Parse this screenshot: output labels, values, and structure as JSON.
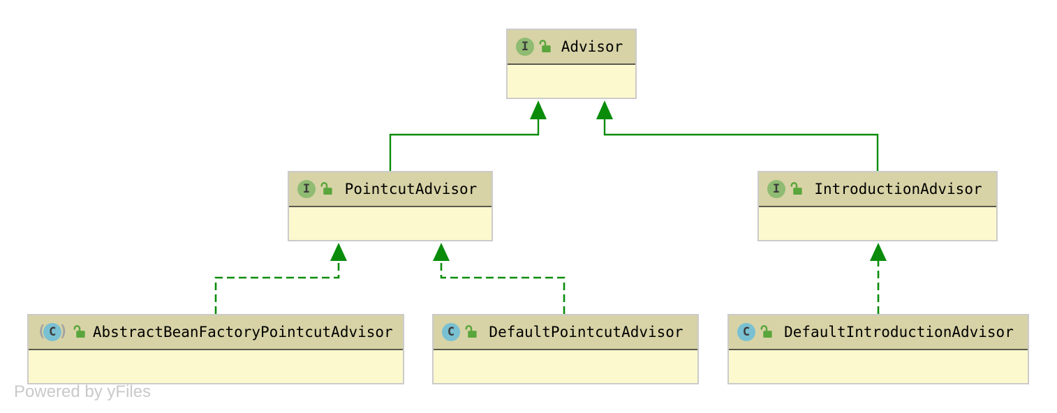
{
  "watermark": "Powered by yFiles",
  "icons": {
    "interface_letter": "I",
    "class_letter": "C",
    "paren_open": "(",
    "paren_close": ")"
  },
  "colors": {
    "header_fill": "#d7d3a6",
    "body_fill": "#fdf9cf",
    "node_border": "#cbcbcb",
    "header_separator": "#59594e",
    "edge_green": "#0a8c0a",
    "interface_icon_green": "#8fbb72",
    "class_icon_blue": "#79c0d2",
    "lock_icon_green": "#5aa53c",
    "watermark_gray": "#c9c9c9"
  },
  "nodes": [
    {
      "name": "Advisor",
      "kind": "interface"
    },
    {
      "name": "PointcutAdvisor",
      "kind": "interface"
    },
    {
      "name": "IntroductionAdvisor",
      "kind": "interface"
    },
    {
      "name": "AbstractBeanFactoryPointcutAdvisor",
      "kind": "abstract class"
    },
    {
      "name": "DefaultPointcutAdvisor",
      "kind": "class"
    },
    {
      "name": "DefaultIntroductionAdvisor",
      "kind": "class"
    }
  ],
  "edges": [
    {
      "from": "PointcutAdvisor",
      "to": "Advisor",
      "relation": "extends",
      "line": "solid"
    },
    {
      "from": "IntroductionAdvisor",
      "to": "Advisor",
      "relation": "extends",
      "line": "solid"
    },
    {
      "from": "AbstractBeanFactoryPointcutAdvisor",
      "to": "PointcutAdvisor",
      "relation": "implements",
      "line": "dashed"
    },
    {
      "from": "DefaultPointcutAdvisor",
      "to": "PointcutAdvisor",
      "relation": "implements",
      "line": "dashed"
    },
    {
      "from": "DefaultIntroductionAdvisor",
      "to": "IntroductionAdvisor",
      "relation": "implements",
      "line": "dashed"
    }
  ]
}
